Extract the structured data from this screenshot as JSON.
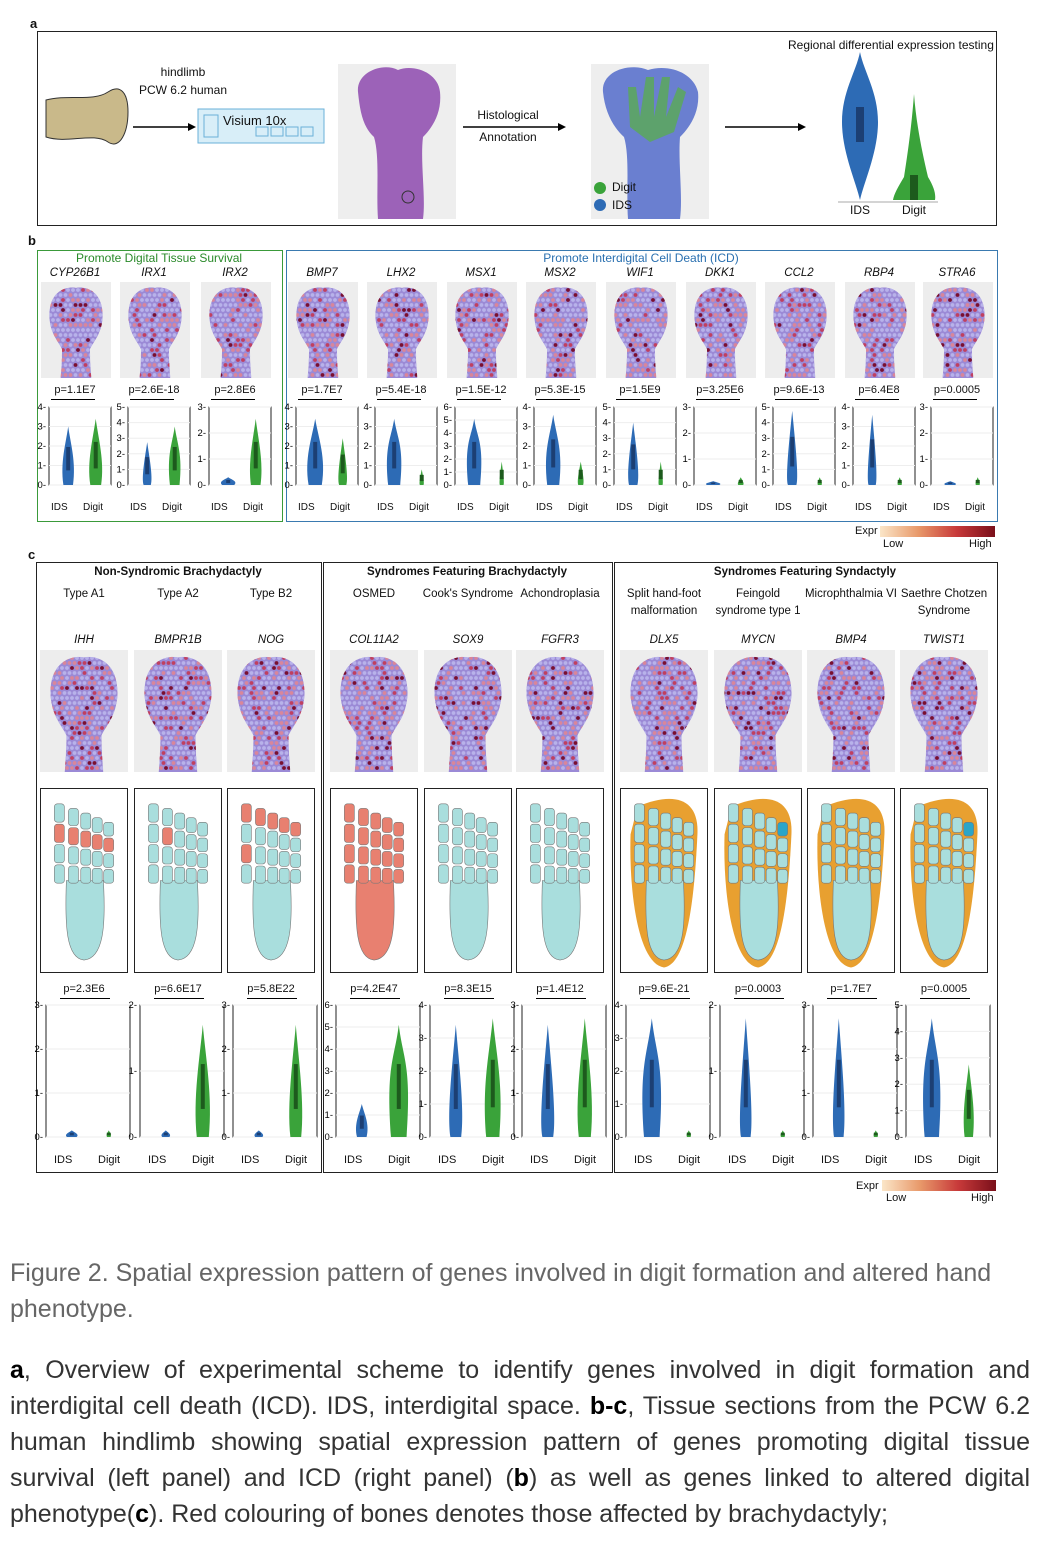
{
  "panel_a": {
    "letter": "a",
    "limb_label_1": "hindlimb",
    "limb_label_2": "PCW 6.2 human",
    "chip_label": "Visium 10x",
    "annotation_1": "Histological",
    "annotation_2": "Annotation",
    "legend_digit": "Digit",
    "legend_ids": "IDS",
    "result_title": "Regional differential expression testing",
    "x_ids": "IDS",
    "x_digit": "Digit"
  },
  "panel_b": {
    "letter": "b",
    "left_title": "Promote Digital Tissue Survival",
    "right_title": "Promote Interdigital Cell Death (ICD)",
    "genes": [
      {
        "name": "CYP26B1",
        "p": "p=1.1E7",
        "ymax": 4
      },
      {
        "name": "IRX1",
        "p": "p=2.6E-18",
        "ymax": 5
      },
      {
        "name": "IRX2",
        "p": "p=2.8E6",
        "ymax": 3
      },
      {
        "name": "BMP7",
        "p": "p=1.7E7",
        "ymax": 4
      },
      {
        "name": "LHX2",
        "p": "p=5.4E-18",
        "ymax": 4
      },
      {
        "name": "MSX1",
        "p": "p=1.5E-12",
        "ymax": 6
      },
      {
        "name": "MSX2",
        "p": "p=5.3E-15",
        "ymax": 4
      },
      {
        "name": "WIF1",
        "p": "p=1.5E9",
        "ymax": 5
      },
      {
        "name": "DKK1",
        "p": "p=3.25E6",
        "ymax": 3
      },
      {
        "name": "CCL2",
        "p": "p=9.6E-13",
        "ymax": 5
      },
      {
        "name": "RBP4",
        "p": "p=6.4E8",
        "ymax": 4
      },
      {
        "name": "STRA6",
        "p": "p=0.0005",
        "ymax": 3
      }
    ],
    "x_ids": "IDS",
    "x_digit": "Digit",
    "legend_title": "Expr",
    "legend_low": "Low",
    "legend_high": "High"
  },
  "panel_c": {
    "letter": "c",
    "groups": [
      {
        "title": "Non-Syndromic Brachydactyly"
      },
      {
        "title": "Syndromes Featuring Brachydactyly"
      },
      {
        "title": "Syndromes Featuring Syndactyly"
      }
    ],
    "columns": [
      {
        "type": "Type A1",
        "gene": "IHH",
        "p": "p=2.3E6",
        "ymax": 3
      },
      {
        "type": "Type A2",
        "gene": "BMPR1B",
        "p": "p=6.6E17",
        "ymax": 2
      },
      {
        "type": "Type B2",
        "gene": "NOG",
        "p": "p=5.8E22",
        "ymax": 3
      },
      {
        "type": "OSMED",
        "gene": "COL11A2",
        "p": "p=4.2E47",
        "ymax": 6
      },
      {
        "type": "Cook's Syndrome",
        "gene": "SOX9",
        "p": "p=8.3E15",
        "ymax": 4
      },
      {
        "type": "Achondroplasia",
        "gene": "FGFR3",
        "p": "p=1.4E12",
        "ymax": 3
      },
      {
        "type": "Split hand-foot malformation",
        "gene": "DLX5",
        "p": "p=9.6E-21",
        "ymax": 4
      },
      {
        "type": "Feingold syndrome type 1",
        "gene": "MYCN",
        "p": "p=0.0003",
        "ymax": 2
      },
      {
        "type": "Microphthalmia VI",
        "gene": "BMP4",
        "p": "p=1.7E7",
        "ymax": 3
      },
      {
        "type": "Saethre Chotzen Syndrome",
        "gene": "TWIST1",
        "p": "p=0.0005",
        "ymax": 5
      }
    ],
    "x_ids": "IDS",
    "x_digit": "Digit",
    "legend_title": "Expr",
    "legend_low": "Low",
    "legend_high": "High"
  },
  "colors": {
    "ids": "#2d6bb5",
    "digit": "#3aa33a",
    "bone": "#a9dedd",
    "affected": "#e88070",
    "fused": "#e8a030"
  },
  "caption": {
    "title": "Figure 2. Spatial expression pattern of genes involved in digit formation and  altered hand phenotype.",
    "a": "a",
    "a_text": ", Overview of experimental scheme to identify genes involved in digit formation and interdigital cell death (ICD). IDS, interdigital space. ",
    "bc": "b-c",
    "bc_text": ", Tissue sections from the PCW 6.2 human hindlimb showing spatial expression pattern of genes promoting digital tissue survival (left panel) and ICD (right panel) (",
    "b": "b",
    "b_text": ") as well as genes linked to altered digital phenotype(",
    "c": "c",
    "c_text": "). Red colouring of bones denotes those affected by brachydactyly;"
  }
}
